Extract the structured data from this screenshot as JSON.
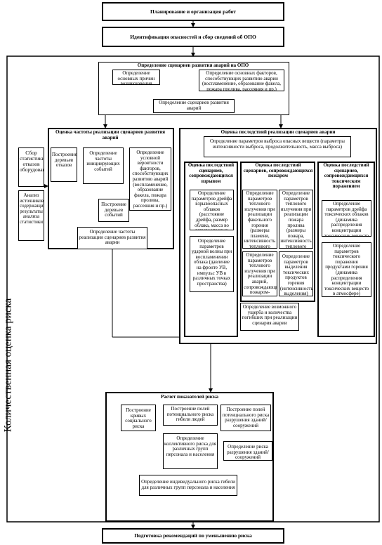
{
  "top": {
    "plan": "Планирование и организация работ",
    "ident": "Идентификация опасностей и сбор сведений об ОПО",
    "final": "Подготовка рекомендаций по уменьшению риска"
  },
  "side_label": "Количественная оценка риска",
  "left_boxes": {
    "stats": "Сбор статистики отказов оборудования",
    "analysis": "Анализ источников, содержащих результаты анализа статистики"
  },
  "scenario": {
    "title": "Определение сценариев развития аварий на ОПО",
    "causes": "Определение основных причин возникновения аварии",
    "factors": "Определение основных факторов, способствующих развитию аварии (воспламенение, образование факела, пожара пролива, рассеяния и пр.)",
    "scenarios": "Определение сценариев развития аварий"
  },
  "frequency": {
    "title": "Оценка частоты реализации сценариев развития аварий",
    "fault_trees": "Построение деревьев отказов",
    "initiating": "Определение частоты инициирующих событий",
    "conditional": "Определение условной вероятности факторов, способствующих развитию аварий (воспламенение, образование факела, пожара пролива, рассеяния и пр.)",
    "event_trees": "Построение деревьев событий",
    "scenario_freq": "Определение частоты реализации сценариев развития аварии"
  },
  "consequences": {
    "title": "Оценка последствий реализации сценариев аварии",
    "release": "Определение параметров выброса опасных веществ (параметры интенсивности выброса, продолжительность, масса выброса)",
    "explosion_title": "Оценка последствий сценариев, сопровождающихся взрывом",
    "explosion_drift": "Определение параметров дрейфа взрывоопасных облаков (расстояние дрейфа, размер облака, масса во взрывоопасных пределах)",
    "explosion_shock": "Определение параметров ударной волны при воспламенении облака (давление на фронте УВ, импульс УВ в различных точках пространства)",
    "fire_title": "Оценка последствий сценариев, сопровождающихся пожаром",
    "fire_torch": "Определение параметров теплового излучения при реализации факельного горения (размеры пламени, интенсивность теплового излучения)",
    "fire_pool": "Определение параметров теплового излучения при реализации пожара пролива (размеры пожара, интенсивность теплового излучения)",
    "fire_flash": "Определение параметров теплового излучения при реализации аварий, сопровождающихся пожаром-вспышкой",
    "fire_toxic_products": "Определение параметров выделения токсических продуктов горения (интенсивность выделения)",
    "toxic_title": "Оценка последствий сценариев, сопровождающихся токсическим поражением",
    "toxic_drift": "Определение параметров дрейфа токсических облаков (динамика распределения концентрации токсических веществ в атмосфере)",
    "toxic_products": "Определение параметров токсического поражения продуктами горения (динамика распределения концентрации токсических веществ в атмосфере)",
    "damage": "Определение возможного ущерба и количества погибших при реализации сценария аварии"
  },
  "risk": {
    "title": "Расчет показателей риска",
    "social_curves": "Построение кривых социального риска",
    "potential_fields": "Построение полей потенциального риска гибели людей",
    "building_fields": "Построение полей потенциального риска разрушения зданий/сооружений",
    "collective": "Определение коллективного риска для различных групп персонала и населения",
    "building_risk": "Определение риска разрушения зданий/сооружений",
    "individual": "Определение индивидуального риска гибели для различных групп персонала и населения"
  }
}
